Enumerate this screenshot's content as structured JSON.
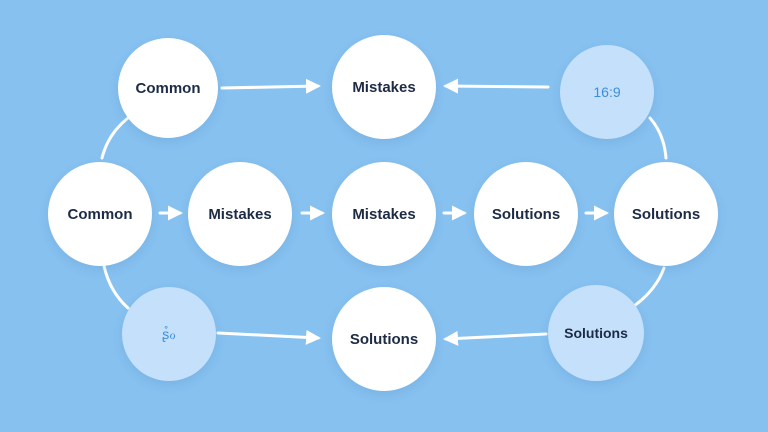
{
  "colors": {
    "background": "#86c1f0",
    "node": "#ffffff",
    "node_pale": "#c5e0fb",
    "text": "#1d2b45",
    "accent_text": "#3e8fd8",
    "arrow": "#ffffff"
  },
  "nodes": {
    "top_left": "Common",
    "top_center": "Mistakes",
    "top_right": "16:9",
    "mid_1": "Common",
    "mid_2": "Mistakes",
    "mid_3": "Mistakes",
    "mid_4": "Solutions",
    "mid_5": "Solutions",
    "bottom_left": "ʂ̊ℴ",
    "bottom_center": "Solutions",
    "bottom_right": "Solutions"
  }
}
